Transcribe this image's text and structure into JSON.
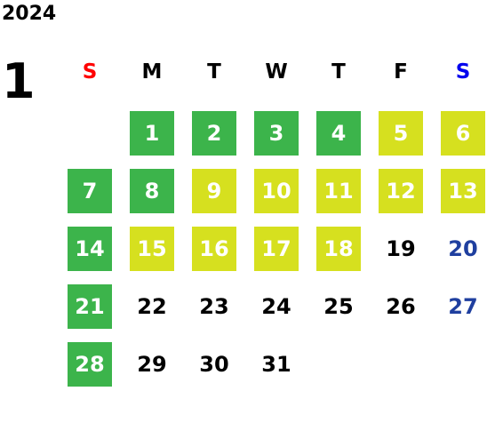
{
  "calendar": {
    "year": "2024",
    "month": "1",
    "weekday_labels": [
      "S",
      "M",
      "T",
      "W",
      "T",
      "F",
      "S"
    ],
    "colors": {
      "green_highlight": "#3cb44b",
      "lime_highlight": "#d6e01f",
      "sunday_header": "#ff0000",
      "saturday_header": "#0000ee",
      "saturday_date": "#1f3f9f"
    },
    "days": [
      {
        "day": "1",
        "weekday": 1,
        "style": "green"
      },
      {
        "day": "2",
        "weekday": 2,
        "style": "green"
      },
      {
        "day": "3",
        "weekday": 3,
        "style": "green"
      },
      {
        "day": "4",
        "weekday": 4,
        "style": "green"
      },
      {
        "day": "5",
        "weekday": 5,
        "style": "lime"
      },
      {
        "day": "6",
        "weekday": 6,
        "style": "lime"
      },
      {
        "day": "7",
        "weekday": 0,
        "style": "green"
      },
      {
        "day": "8",
        "weekday": 1,
        "style": "green"
      },
      {
        "day": "9",
        "weekday": 2,
        "style": "lime"
      },
      {
        "day": "10",
        "weekday": 3,
        "style": "lime"
      },
      {
        "day": "11",
        "weekday": 4,
        "style": "lime"
      },
      {
        "day": "12",
        "weekday": 5,
        "style": "lime"
      },
      {
        "day": "13",
        "weekday": 6,
        "style": "lime"
      },
      {
        "day": "14",
        "weekday": 0,
        "style": "green"
      },
      {
        "day": "15",
        "weekday": 1,
        "style": "lime"
      },
      {
        "day": "16",
        "weekday": 2,
        "style": "lime"
      },
      {
        "day": "17",
        "weekday": 3,
        "style": "lime"
      },
      {
        "day": "18",
        "weekday": 4,
        "style": "lime"
      },
      {
        "day": "19",
        "weekday": 5,
        "style": "plain"
      },
      {
        "day": "20",
        "weekday": 6,
        "style": "plain-sat"
      },
      {
        "day": "21",
        "weekday": 0,
        "style": "green"
      },
      {
        "day": "22",
        "weekday": 1,
        "style": "plain"
      },
      {
        "day": "23",
        "weekday": 2,
        "style": "plain"
      },
      {
        "day": "24",
        "weekday": 3,
        "style": "plain"
      },
      {
        "day": "25",
        "weekday": 4,
        "style": "plain"
      },
      {
        "day": "26",
        "weekday": 5,
        "style": "plain"
      },
      {
        "day": "27",
        "weekday": 6,
        "style": "plain-sat"
      },
      {
        "day": "28",
        "weekday": 0,
        "style": "green"
      },
      {
        "day": "29",
        "weekday": 1,
        "style": "plain"
      },
      {
        "day": "30",
        "weekday": 2,
        "style": "plain"
      },
      {
        "day": "31",
        "weekday": 3,
        "style": "plain"
      }
    ]
  }
}
